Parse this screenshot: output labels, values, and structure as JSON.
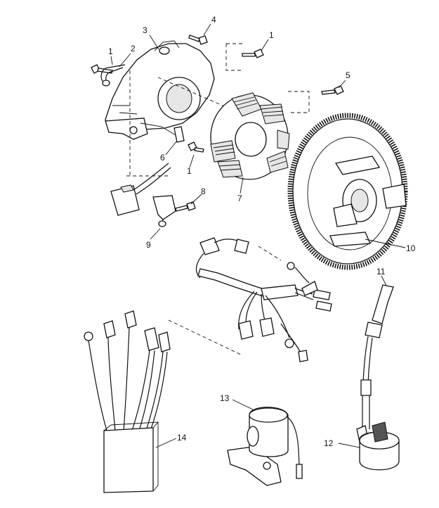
{
  "diagram": {
    "callouts": {
      "c1a": "1",
      "c1b": "1",
      "c1c": "1",
      "c2": "2",
      "c3": "3",
      "c4": "4",
      "c5": "5",
      "c6": "6",
      "c7": "7",
      "c8": "8",
      "c9": "9",
      "c10": "10",
      "c11": "11",
      "c12": "12",
      "c13": "13",
      "c14": "14"
    }
  }
}
